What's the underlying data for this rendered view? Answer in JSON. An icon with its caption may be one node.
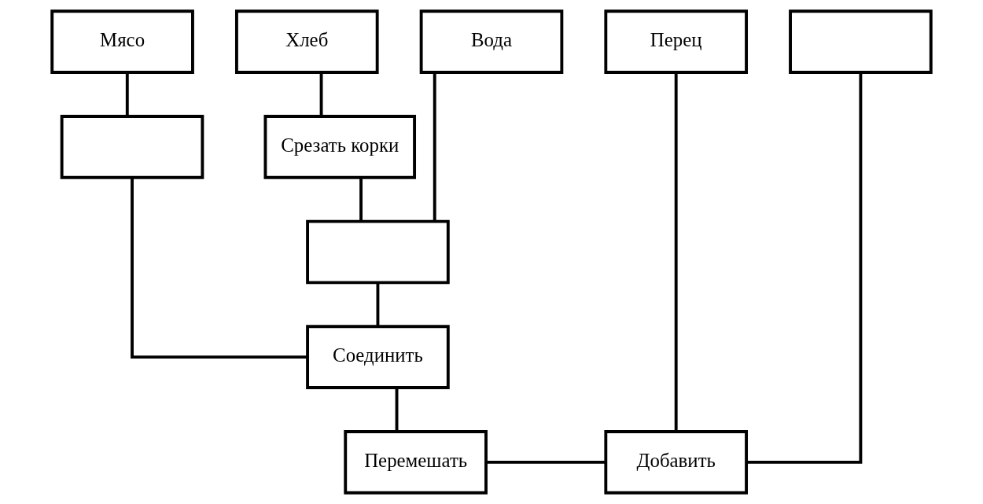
{
  "diagram": {
    "nodes": [
      {
        "text": [
          "Мясо"
        ]
      },
      {
        "text": [
          "Хлеб"
        ]
      },
      {
        "text": [
          "Вода"
        ]
      },
      {
        "text": [],
        "shape": "box"
      },
      {
        "text": [
          "Перец"
        ]
      },
      {
        "text": [],
        "shape": "box"
      },
      {
        "text": [
          "Срезать корки"
        ]
      },
      {
        "text": [],
        "shape": "box"
      },
      {
        "text": [
          "Соединить"
        ]
      },
      {
        "text": [
          "Перемешать"
        ]
      },
      {
        "text": [
          "Добавить"
        ]
      }
    ],
    "edges": [
      {
        "from": 0,
        "to": 5,
        "arrow": "none"
      },
      {
        "from": 1,
        "to": 6,
        "arrow": "none"
      },
      {
        "from": 6,
        "to": 7,
        "arrow": "none"
      },
      {
        "from": 2,
        "to": 7,
        "arrow": "none"
      },
      {
        "from": 5,
        "to": 8,
        "arrow": "none"
      },
      {
        "from": 7,
        "to": 8,
        "arrow": "none"
      },
      {
        "from": 8,
        "to": 9,
        "arrow": "none"
      },
      {
        "from": 9,
        "to": 10,
        "arrow": "none"
      },
      {
        "from": 3,
        "to": 10,
        "arrow": "none"
      },
      {
        "from": 4,
        "to": 10,
        "arrow": "none"
      }
    ]
  }
}
